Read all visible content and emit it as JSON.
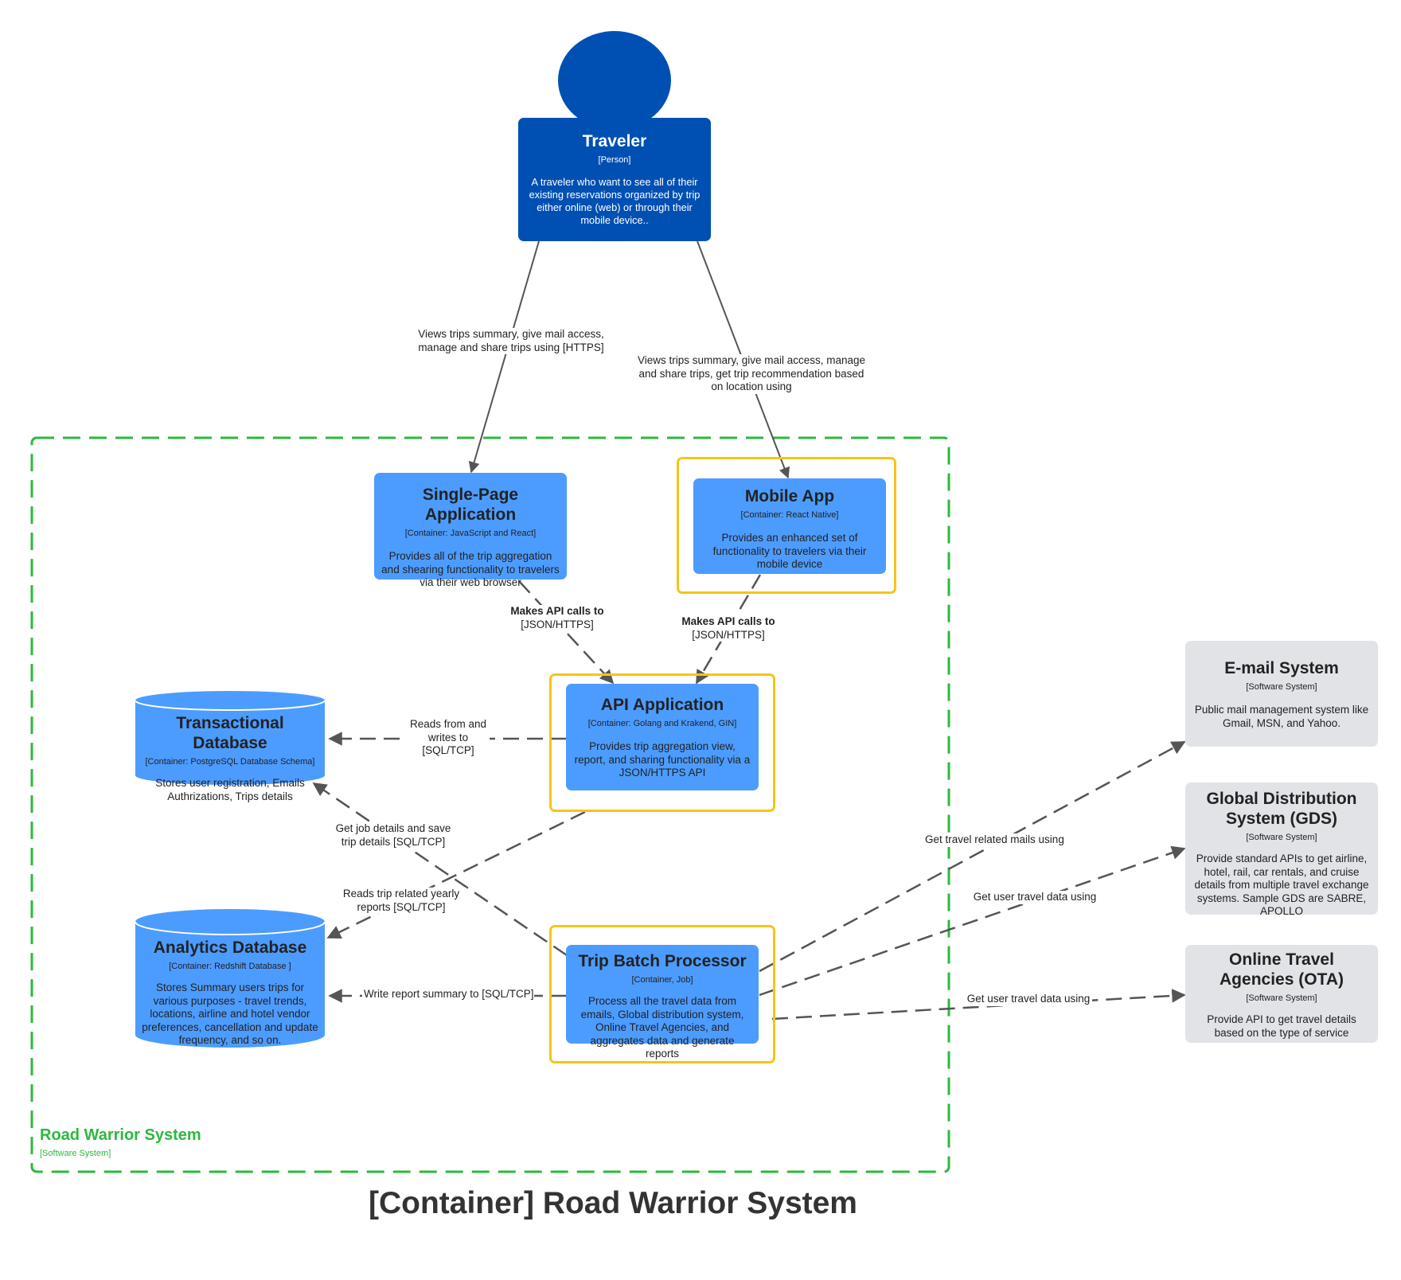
{
  "title": "[Container] Road Warrior System",
  "colors": {
    "person": "#0050b3",
    "container": "#4c9cff",
    "external_system": "#e1e3e7",
    "boundary": "#2db83d",
    "highlight": "#f5c518",
    "connector": "#555555"
  },
  "boundary": {
    "name": "Road Warrior System",
    "tag": "[Software System]"
  },
  "person": {
    "name": "Traveler",
    "tag": "[Person]",
    "description": "A  traveler who want to see all of their existing reservations organized by trip either online (web) or through their mobile device..",
    "icon": "person-icon"
  },
  "containers": {
    "spa": {
      "name": "Single-Page Application",
      "tag": "[Container: JavaScript and React]",
      "description": "Provides all of the trip aggregation and shearing functionality to travelers via their web browser"
    },
    "mobile": {
      "name": "Mobile App",
      "tag": "[Container: React Native]",
      "description": "Provides an enhanced set of functionality to travelers via their mobile device"
    },
    "api": {
      "name": "API Application",
      "tag": "[Container: Golang and Krakend, GIN]",
      "description": "Provides trip aggregation view, report, and sharing functionality via a JSON/HTTPS API"
    },
    "batch": {
      "name": "Trip Batch Processor",
      "tag": "[Container, Job]",
      "description": "Process all the travel data from emails, Global distribution system, Online Travel Agencies, and aggregates data and generate reports"
    },
    "txdb": {
      "name": "Transactional Database",
      "tag": "[Container: PostgreSQL Database Schema]",
      "description": "Stores user registration, Emails Authrizations, Trips details"
    },
    "andb": {
      "name": "Analytics Database",
      "tag": "[Container: Redshift Database ]",
      "description": "Stores Summary users trips for various purposes - travel trends, locations, airline and hotel vendor preferences, cancellation and update frequency, and so on."
    }
  },
  "external_systems": {
    "email": {
      "name": "E-mail System",
      "tag": "[Software System]",
      "description": "Public mail management system like Gmail, MSN, and Yahoo."
    },
    "gds": {
      "name": "Global Distribution System (GDS)",
      "tag": "[Software System]",
      "description": "Provide standard APIs to get airline, hotel, rail, car rentals, and cruise details from multiple travel exchange systems. Sample GDS are SABRE, APOLLO"
    },
    "ota": {
      "name": "Online Travel Agencies (OTA)",
      "tag": "[Software System]",
      "description": "Provide API to get travel details based on the type of service"
    }
  },
  "relationships": {
    "traveler_spa": "Views trips summary,  give mail access, manage and share trips using [HTTPS]",
    "traveler_mobile": "Views trips summary,  give mail access, manage and share trips, get trip recommendation based on location using",
    "spa_api": {
      "label": "Makes API calls to",
      "tech": "[JSON/HTTPS]"
    },
    "mobile_api": {
      "label": "Makes API calls to",
      "tech": "[JSON/HTTPS]"
    },
    "api_txdb": "Reads from and writes to [SQL/TCP]",
    "batch_txdb": "Get job details and save trip details [SQL/TCP]",
    "api_andb": "Reads trip related yearly reports [SQL/TCP]",
    "batch_andb": "Write report summary to [SQL/TCP]",
    "batch_email": "Get travel related mails using",
    "batch_gds": "Get user travel data using",
    "batch_ota": "Get user travel data using"
  }
}
